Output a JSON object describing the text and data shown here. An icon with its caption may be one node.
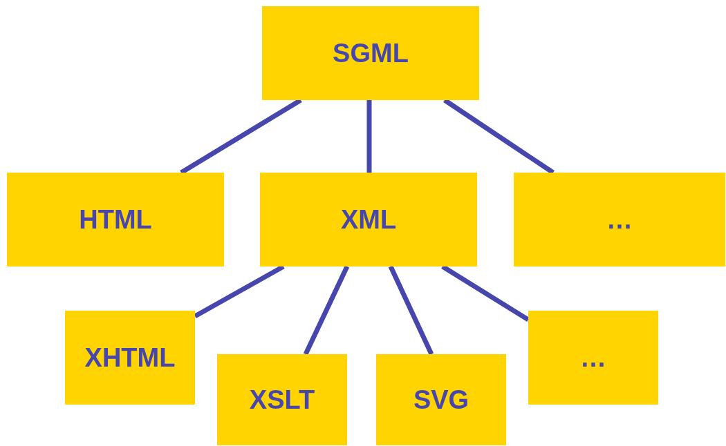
{
  "diagram": {
    "nodes": [
      {
        "text": [
          "SGML"
        ]
      },
      {
        "text": [
          "HTML"
        ]
      },
      {
        "text": [
          "XML"
        ]
      },
      {
        "text": [
          "…"
        ]
      },
      {
        "text": [
          "XHTML"
        ]
      },
      {
        "text": [
          "XSLT"
        ]
      },
      {
        "text": [
          "SVG"
        ]
      },
      {
        "text": [
          "…"
        ]
      }
    ],
    "edges": [
      {
        "from": 0,
        "to": 1,
        "arrow": "none"
      },
      {
        "from": 0,
        "to": 2,
        "arrow": "none"
      },
      {
        "from": 0,
        "to": 3,
        "arrow": "none"
      },
      {
        "from": 2,
        "to": 4,
        "arrow": "none"
      },
      {
        "from": 2,
        "to": 5,
        "arrow": "none"
      },
      {
        "from": 2,
        "to": 6,
        "arrow": "none"
      },
      {
        "from": 2,
        "to": 7,
        "arrow": "none"
      }
    ]
  }
}
